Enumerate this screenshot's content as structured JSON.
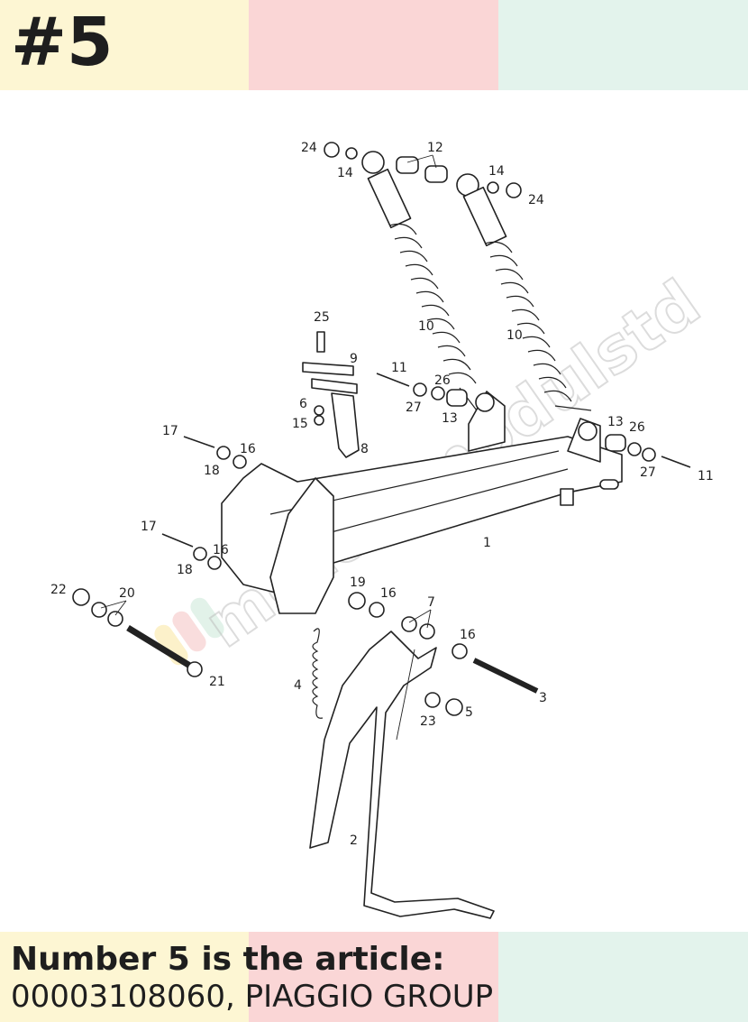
{
  "header": {
    "number": "#5"
  },
  "footer": {
    "line1": "Number 5 is the article:",
    "line2": "00003108060, PIAGGIO GROUP"
  },
  "watermark": {
    "text": "motorsmodulstd"
  },
  "colors": {
    "band1": "#fdf6d3",
    "band2": "#fad6d6",
    "band3": "#e3f3ec"
  },
  "callouts": [
    "24",
    "14",
    "12",
    "14",
    "24",
    "25",
    "9",
    "11",
    "26",
    "10",
    "10",
    "6",
    "15",
    "8",
    "27",
    "13",
    "13",
    "26",
    "17",
    "16",
    "18",
    "27",
    "11",
    "17",
    "16",
    "18",
    "1",
    "22",
    "20",
    "19",
    "16",
    "7",
    "16",
    "21",
    "4",
    "3",
    "5",
    "23",
    "2"
  ]
}
